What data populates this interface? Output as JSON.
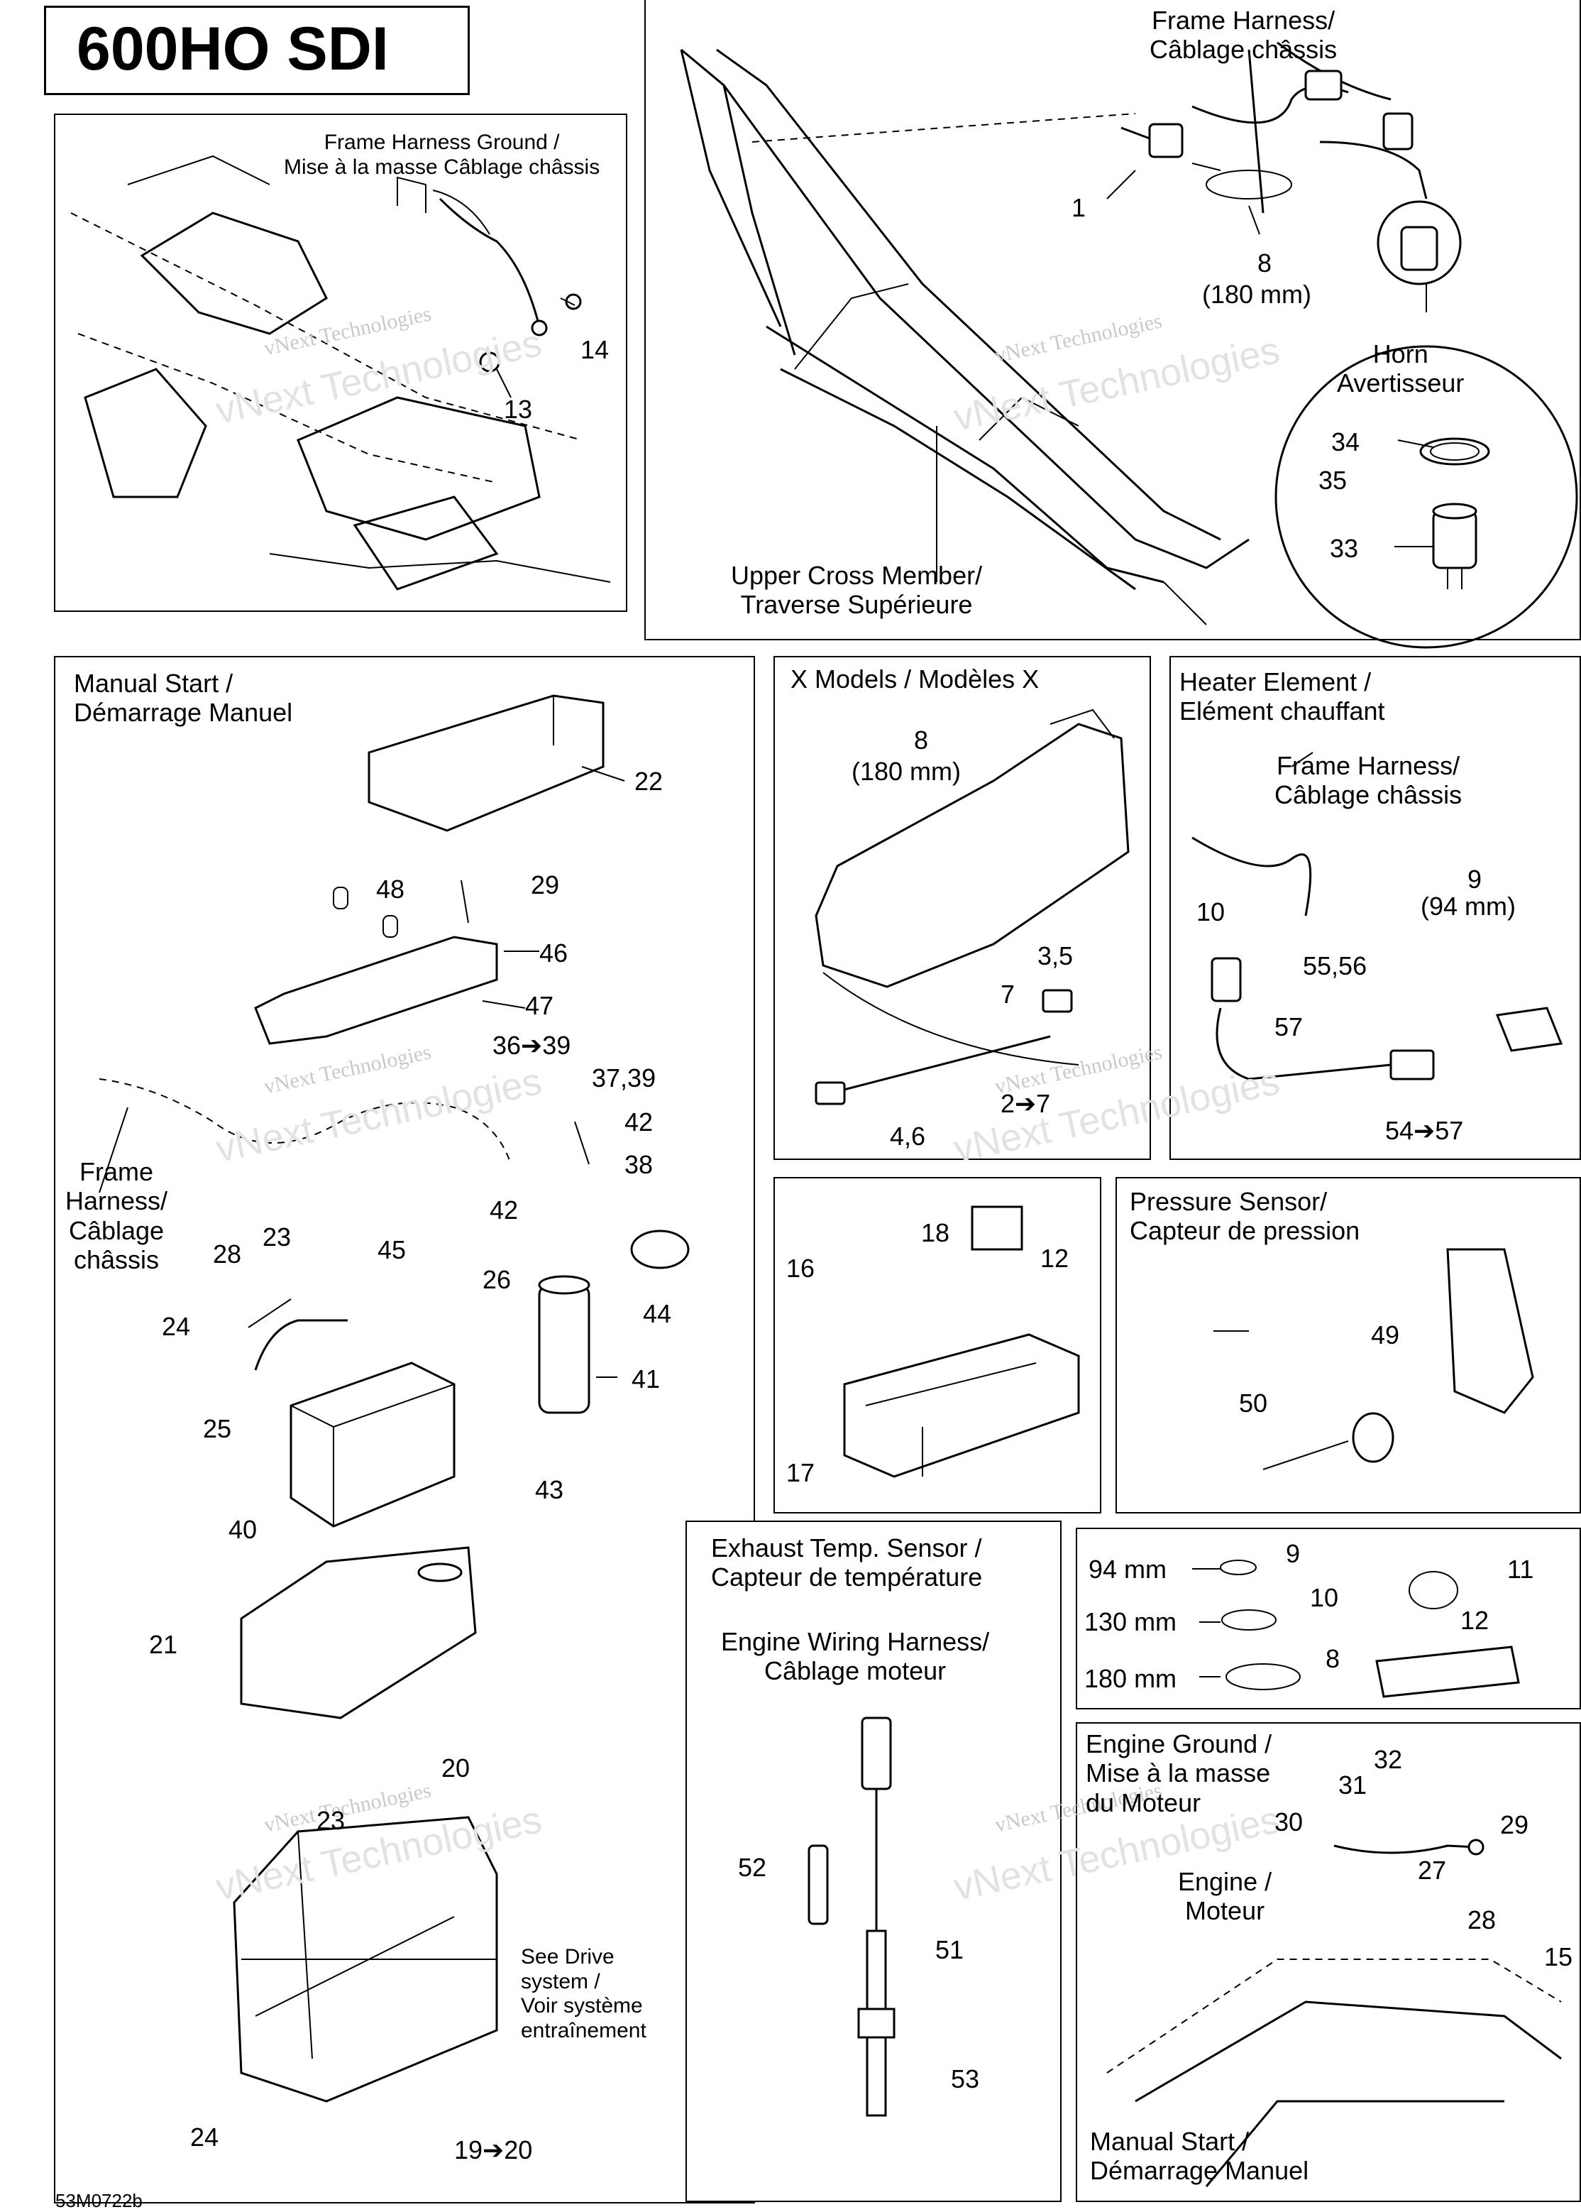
{
  "title": "600HO SDI",
  "footer_code": "53M0722b",
  "watermark": "vNext Technologies",
  "panels": {
    "frame_ground": {
      "label": "Frame Harness Ground /\nMise à la masse Câblage châssis",
      "parts": [
        "14",
        "13"
      ]
    },
    "frame_top": {
      "harness_label": "Frame Harness/\nCâblage châssis",
      "cross_member": "Upper Cross Member/\nTraverse Supérieure",
      "parts": [
        "1",
        "8",
        "(180 mm)"
      ]
    },
    "horn": {
      "label": "Horn\nAvertisseur",
      "parts": [
        "34",
        "35",
        "33"
      ]
    },
    "manual_start": {
      "label": "Manual Start /\nDémarrage Manuel",
      "frame_harness": "Frame\nHarness/\nCâblage\nchâssis",
      "see_drive": "See Drive\nsystem /\nVoir système\nentraînement",
      "parts": [
        "22",
        "48",
        "29",
        "46",
        "47",
        "36➔39",
        "37,39",
        "42",
        "38",
        "42",
        "23",
        "45",
        "26",
        "28",
        "24",
        "44",
        "41",
        "25",
        "43",
        "40",
        "21",
        "20",
        "23",
        "19➔20",
        "24"
      ]
    },
    "x_models": {
      "label": "X Models / Modèles X",
      "parts": [
        "8",
        "(180 mm)",
        "3,5",
        "7",
        "2➔7",
        "4,6"
      ]
    },
    "heater": {
      "label": "Heater Element /\nElément chauffant",
      "frame_harness": "Frame Harness/\nCâblage châssis",
      "parts": [
        "10",
        "9",
        "(94 mm)",
        "55,56",
        "57",
        "54➔57"
      ]
    },
    "fuse_box": {
      "parts": [
        "18",
        "12",
        "16",
        "17"
      ]
    },
    "pressure": {
      "label": "Pressure Sensor/\nCapteur de pression",
      "parts": [
        "49",
        "50"
      ]
    },
    "exhaust": {
      "label": "Exhaust Temp. Sensor /\nCapteur de température",
      "harness": "Engine Wiring Harness/\nCâblage moteur",
      "parts": [
        "52",
        "51",
        "53"
      ]
    },
    "ties": {
      "rows": [
        {
          "size": "94 mm",
          "part": "9"
        },
        {
          "size": "130 mm",
          "part": "10"
        },
        {
          "size": "180 mm",
          "part": "8"
        }
      ],
      "parts": [
        "11",
        "12"
      ]
    },
    "engine_ground": {
      "label": "Engine Ground /\nMise à la masse\ndu Moteur",
      "engine": "Engine /\nMoteur",
      "manual_start": "Manual Start /\nDémarrage Manuel",
      "parts": [
        "32",
        "31",
        "30",
        "29",
        "27",
        "28",
        "15"
      ]
    }
  }
}
